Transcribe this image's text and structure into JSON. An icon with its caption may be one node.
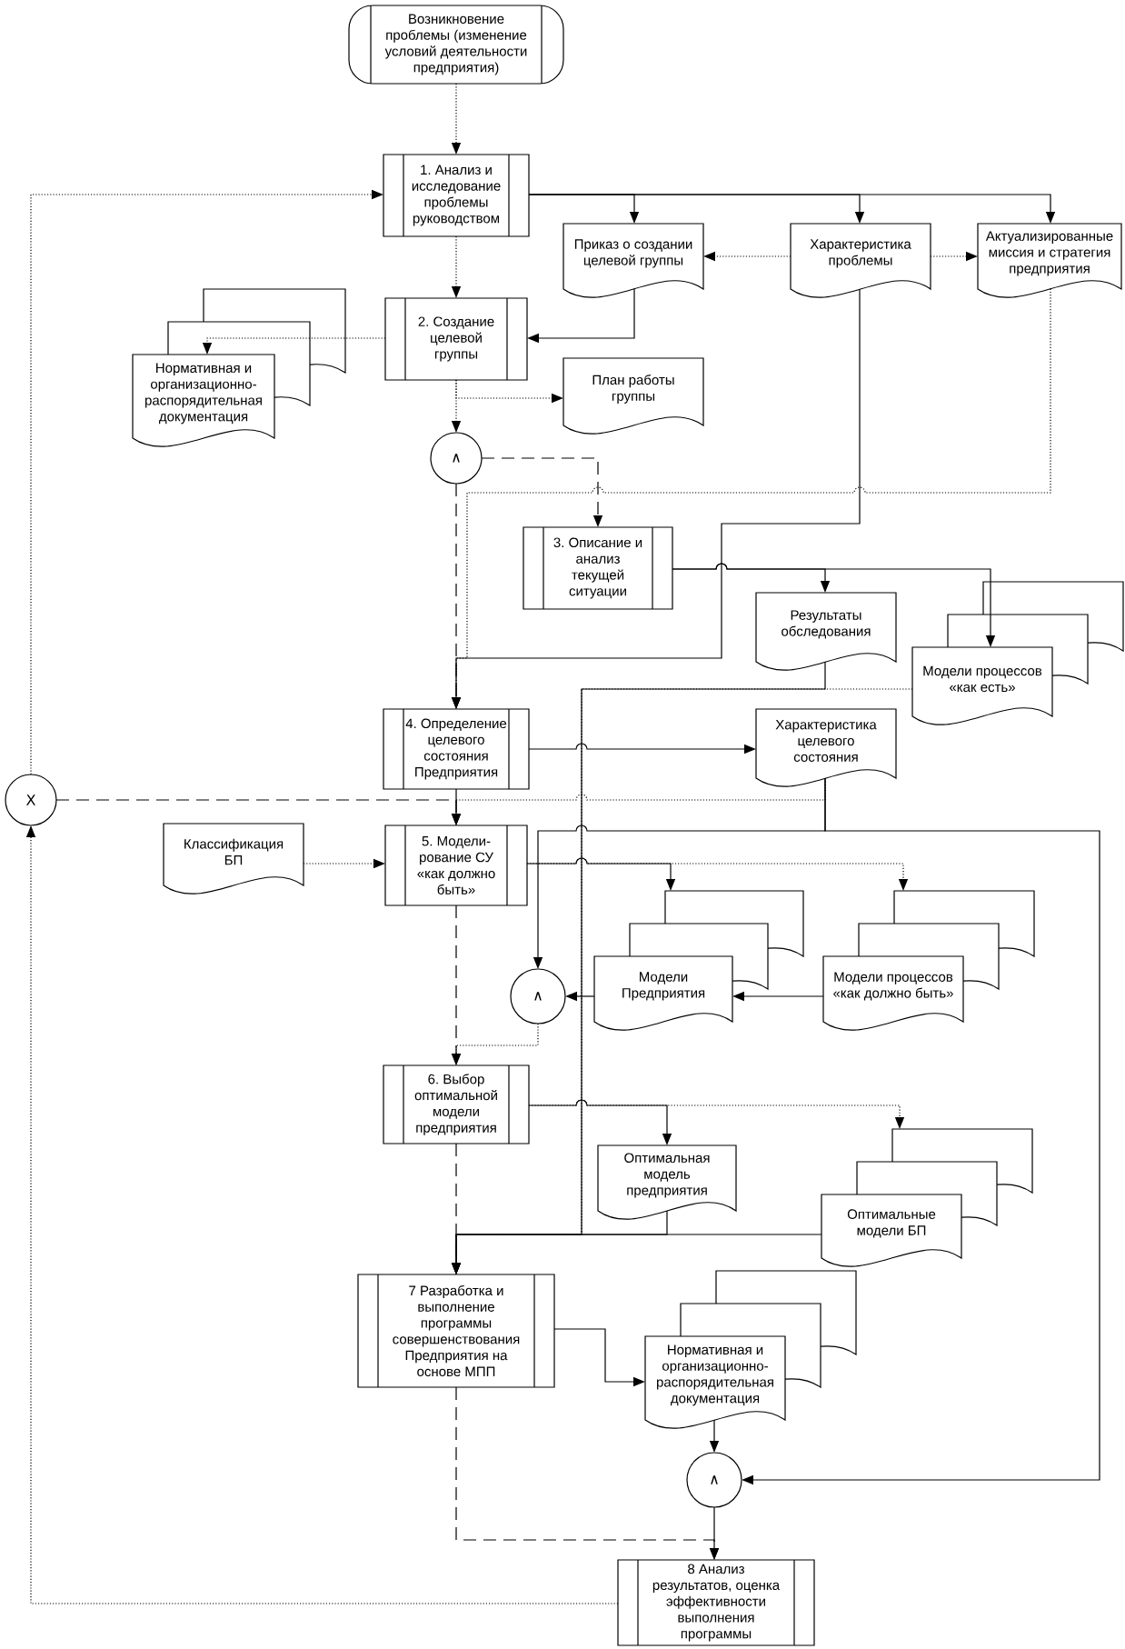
{
  "diagram": {
    "nodes": [
      {
        "text": [
          "Возникновение проблемы (изменение условий деятельности предприятия)"
        ]
      },
      {
        "text": [
          "1. Анализ и исследование проблемы руководством"
        ]
      },
      {
        "text": [
          "Приказ о создании целевой группы"
        ]
      },
      {
        "text": [
          "Характеристика проблемы"
        ]
      },
      {
        "text": [
          "Актуализированные миссия и стратегия предприятия"
        ]
      },
      {
        "text": [
          "Нормативная и организационно-распорядительная документация"
        ]
      },
      {
        "text": [
          "2. Создание целевой группы"
        ]
      },
      {
        "text": [
          "План работы группы"
        ]
      },
      {
        "text": [
          "∧"
        ]
      },
      {
        "text": [
          "3. Описание и анализ текущей ситуации"
        ]
      },
      {
        "text": [
          "Результаты обследования"
        ]
      },
      {
        "text": [
          "Модели процессов «как есть»"
        ]
      },
      {
        "text": [
          "X"
        ]
      },
      {
        "text": [
          "4. Определение целевого состояния Предприятия"
        ]
      },
      {
        "text": [
          "Характеристика целевого состояния"
        ]
      },
      {
        "text": [
          "Классификация БП"
        ]
      },
      {
        "text": [
          "5. Модели-рование СУ «как должно быть»"
        ]
      },
      {
        "text": [
          "Модели Предприятия"
        ]
      },
      {
        "text": [
          "Модели процессов «как должно быть»"
        ]
      },
      {
        "text": [
          "∧"
        ]
      },
      {
        "text": [
          "6. Выбор оптимальной модели предприятия"
        ]
      },
      {
        "text": [
          "Оптимальная модель предприятия"
        ]
      },
      {
        "text": [
          "Оптимальные модели БП"
        ]
      },
      {
        "text": [
          "7 Разработка и выполнение программы совершенствования Предприятия на основе МПП"
        ]
      },
      {
        "text": [
          "Нормативная и организационно-распорядительная документация"
        ]
      },
      {
        "text": [
          "∧"
        ]
      },
      {
        "text": [
          "8 Анализ результатов, оценка эффективности выполнения программы"
        ]
      }
    ],
    "edges": [
      {
        "from": 0,
        "to": 1,
        "arrow": "to",
        "style": "dashed"
      },
      {
        "from": 12,
        "to": 1,
        "arrow": "to",
        "style": "dashed"
      },
      {
        "from": 1,
        "to": 2,
        "arrow": "to"
      },
      {
        "from": 1,
        "to": 3,
        "arrow": "to"
      },
      {
        "from": 1,
        "to": 4,
        "arrow": "to"
      },
      {
        "from": 3,
        "to": 2,
        "arrow": "to",
        "style": "dashed"
      },
      {
        "from": 3,
        "to": 4,
        "arrow": "to",
        "style": "dashed"
      },
      {
        "from": 1,
        "to": 6,
        "arrow": "to",
        "style": "dashed"
      },
      {
        "from": 2,
        "to": 6,
        "arrow": "to"
      },
      {
        "from": 6,
        "to": 5,
        "arrow": "to",
        "style": "dashed"
      },
      {
        "from": 6,
        "to": 7,
        "arrow": "to",
        "style": "dashed"
      },
      {
        "from": 6,
        "to": 8,
        "arrow": "to",
        "style": "dashed"
      },
      {
        "from": 8,
        "to": 9,
        "arrow": "to",
        "style": "dashed"
      },
      {
        "from": 8,
        "to": 13,
        "arrow": "to",
        "style": "dashed"
      },
      {
        "from": 3,
        "to": 13,
        "arrow": "to"
      },
      {
        "from": 4,
        "to": 13,
        "arrow": "to",
        "style": "dashed"
      },
      {
        "from": 9,
        "to": 10,
        "arrow": "to"
      },
      {
        "from": 9,
        "to": 11,
        "arrow": "to"
      },
      {
        "from": 13,
        "to": 14,
        "arrow": "to"
      },
      {
        "from": 10,
        "to": 23,
        "arrow": "to"
      },
      {
        "from": 11,
        "to": 23,
        "arrow": "to",
        "style": "dashed"
      },
      {
        "from": 14,
        "to": 16,
        "arrow": "to",
        "style": "dashed"
      },
      {
        "from": 14,
        "to": 19,
        "arrow": "to"
      },
      {
        "from": 14,
        "to": 25,
        "arrow": "to"
      },
      {
        "from": 12,
        "to": 16,
        "arrow": "to",
        "style": "dashed"
      },
      {
        "from": 13,
        "to": 16,
        "arrow": "to"
      },
      {
        "from": 15,
        "to": 16,
        "arrow": "to",
        "style": "dashed"
      },
      {
        "from": 16,
        "to": 17,
        "arrow": "to"
      },
      {
        "from": 16,
        "to": 18,
        "arrow": "to",
        "style": "dashed"
      },
      {
        "from": 18,
        "to": 17,
        "arrow": "to"
      },
      {
        "from": 17,
        "to": 19,
        "arrow": "to"
      },
      {
        "from": 19,
        "to": 20,
        "arrow": "to",
        "style": "dashed"
      },
      {
        "from": 16,
        "to": 20,
        "arrow": "to",
        "style": "dashed"
      },
      {
        "from": 20,
        "to": 21,
        "arrow": "to"
      },
      {
        "from": 20,
        "to": 22,
        "arrow": "to",
        "style": "dashed"
      },
      {
        "from": 21,
        "to": 23,
        "arrow": "to"
      },
      {
        "from": 22,
        "to": 23,
        "arrow": "to"
      },
      {
        "from": 20,
        "to": 23,
        "arrow": "to",
        "style": "dashed"
      },
      {
        "from": 23,
        "to": 24,
        "arrow": "to"
      },
      {
        "from": 24,
        "to": 25,
        "arrow": "to"
      },
      {
        "from": 25,
        "to": 26,
        "arrow": "to"
      },
      {
        "from": 23,
        "to": 26,
        "arrow": "to",
        "style": "dashed"
      },
      {
        "from": 26,
        "to": 12,
        "arrow": "to",
        "style": "dashed"
      }
    ]
  }
}
